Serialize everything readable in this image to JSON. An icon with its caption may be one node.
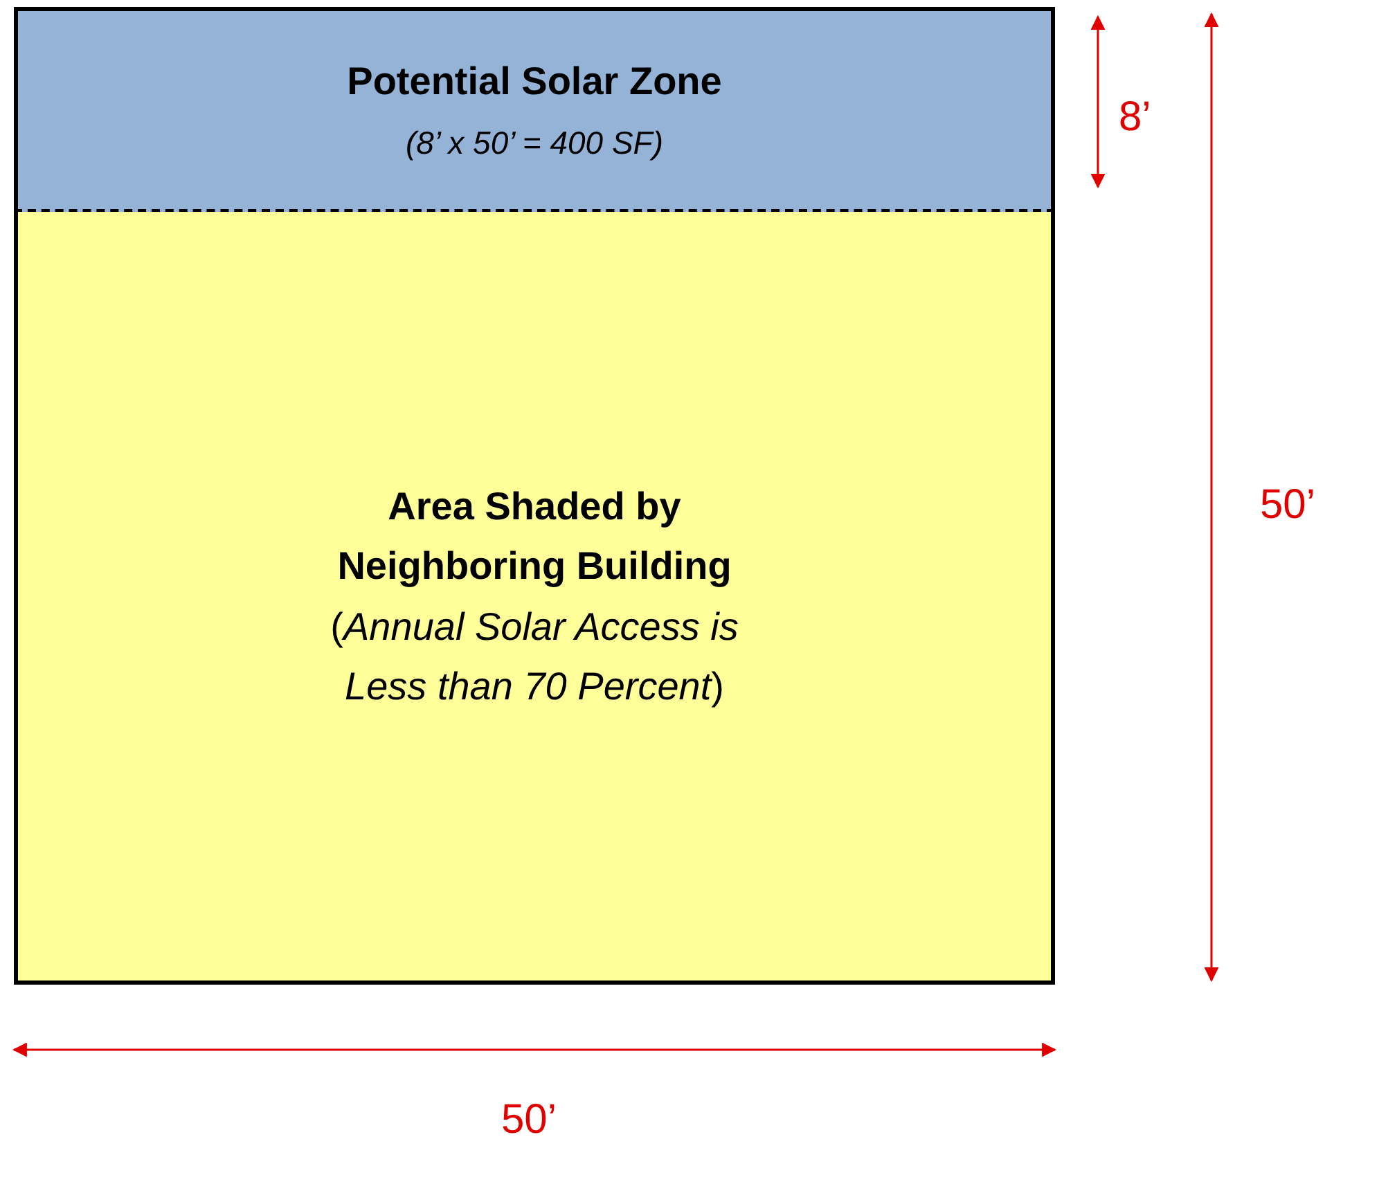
{
  "diagram": {
    "nodes": [
      {
        "text": [
          "Potential Solar Zone",
          "(8’ x 50’ = 400 SF)"
        ]
      },
      {
        "text": [
          "Area Shaded by Neighboring Building",
          "(*Annual Solar Access is Less than 70 Percent*)"
        ]
      }
    ],
    "labels": [
      "8’",
      "50’",
      "50’"
    ]
  }
}
